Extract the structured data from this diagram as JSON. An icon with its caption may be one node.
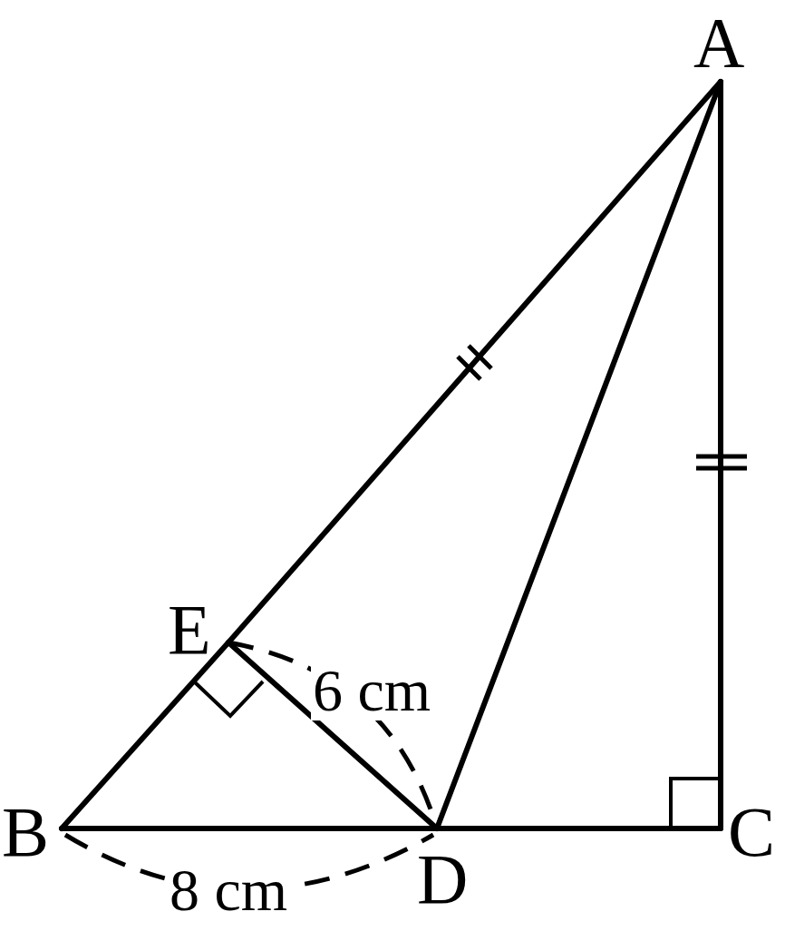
{
  "diagram": {
    "nodes": [
      {
        "text": [
          "A"
        ]
      },
      {
        "text": [
          "B"
        ]
      },
      {
        "text": [
          "C"
        ]
      },
      {
        "text": [
          "D"
        ]
      },
      {
        "text": [
          "E"
        ]
      }
    ],
    "edges": [
      {
        "from": 0,
        "to": 4,
        "arrow": "none"
      },
      {
        "from": 4,
        "to": 1,
        "arrow": "none"
      },
      {
        "from": 1,
        "to": 3,
        "arrow": "none"
      },
      {
        "from": 3,
        "to": 2,
        "arrow": "none"
      },
      {
        "from": 2,
        "to": 0,
        "arrow": "none"
      },
      {
        "from": 0,
        "to": 3,
        "arrow": "none"
      },
      {
        "from": 4,
        "to": 3,
        "arrow": "none"
      }
    ],
    "labels": [
      "6 cm",
      "8 cm"
    ]
  }
}
